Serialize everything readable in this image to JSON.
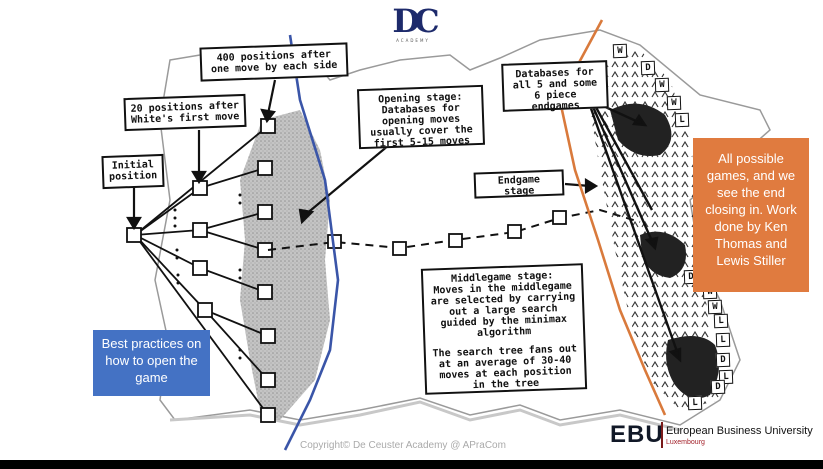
{
  "logo": {
    "mark": "DC",
    "subtitle": "ACADEMY"
  },
  "diagram": {
    "labels": {
      "initial_position": "Initial position",
      "twenty_positions": "20 positions after White's first move",
      "four_hundred_positions": "400 positions after one move by each side",
      "opening_stage": "Opening stage: Databases for opening moves usually cover the first 5-15 moves",
      "databases": "Databases for all 5 and some 6 piece endgames",
      "endgame_stage": "Endgame stage",
      "middlegame_title": "Middlegame stage:",
      "middlegame_text": "Moves in the middlegame are selected by carrying out a large search guided by the minimax algorithm",
      "middlegame_text2": "The search tree fans out at an average of 30-40 moves at each position in the tree"
    },
    "outcome_letters": [
      "W",
      "D",
      "W",
      "W",
      "L",
      "D",
      "W",
      "W",
      "L",
      "L",
      "D",
      "L",
      "D",
      "L"
    ]
  },
  "callouts": {
    "left": "Best practices on how to open the game",
    "right": "All possible games, and we see the end closing in. Work done by Ken Thomas and Lewis Stiller"
  },
  "colors": {
    "callout_blue": "#4472c4",
    "callout_orange": "#e07b3f",
    "blue_line": "#3a55a8",
    "orange_line": "#d97a3c"
  },
  "footer": {
    "copyright": "Copyright© De Ceuster Academy @ APraCom",
    "ebu_mark": "EBU",
    "ebu_name": "European Business University",
    "ebu_city": "Luxembourg"
  }
}
